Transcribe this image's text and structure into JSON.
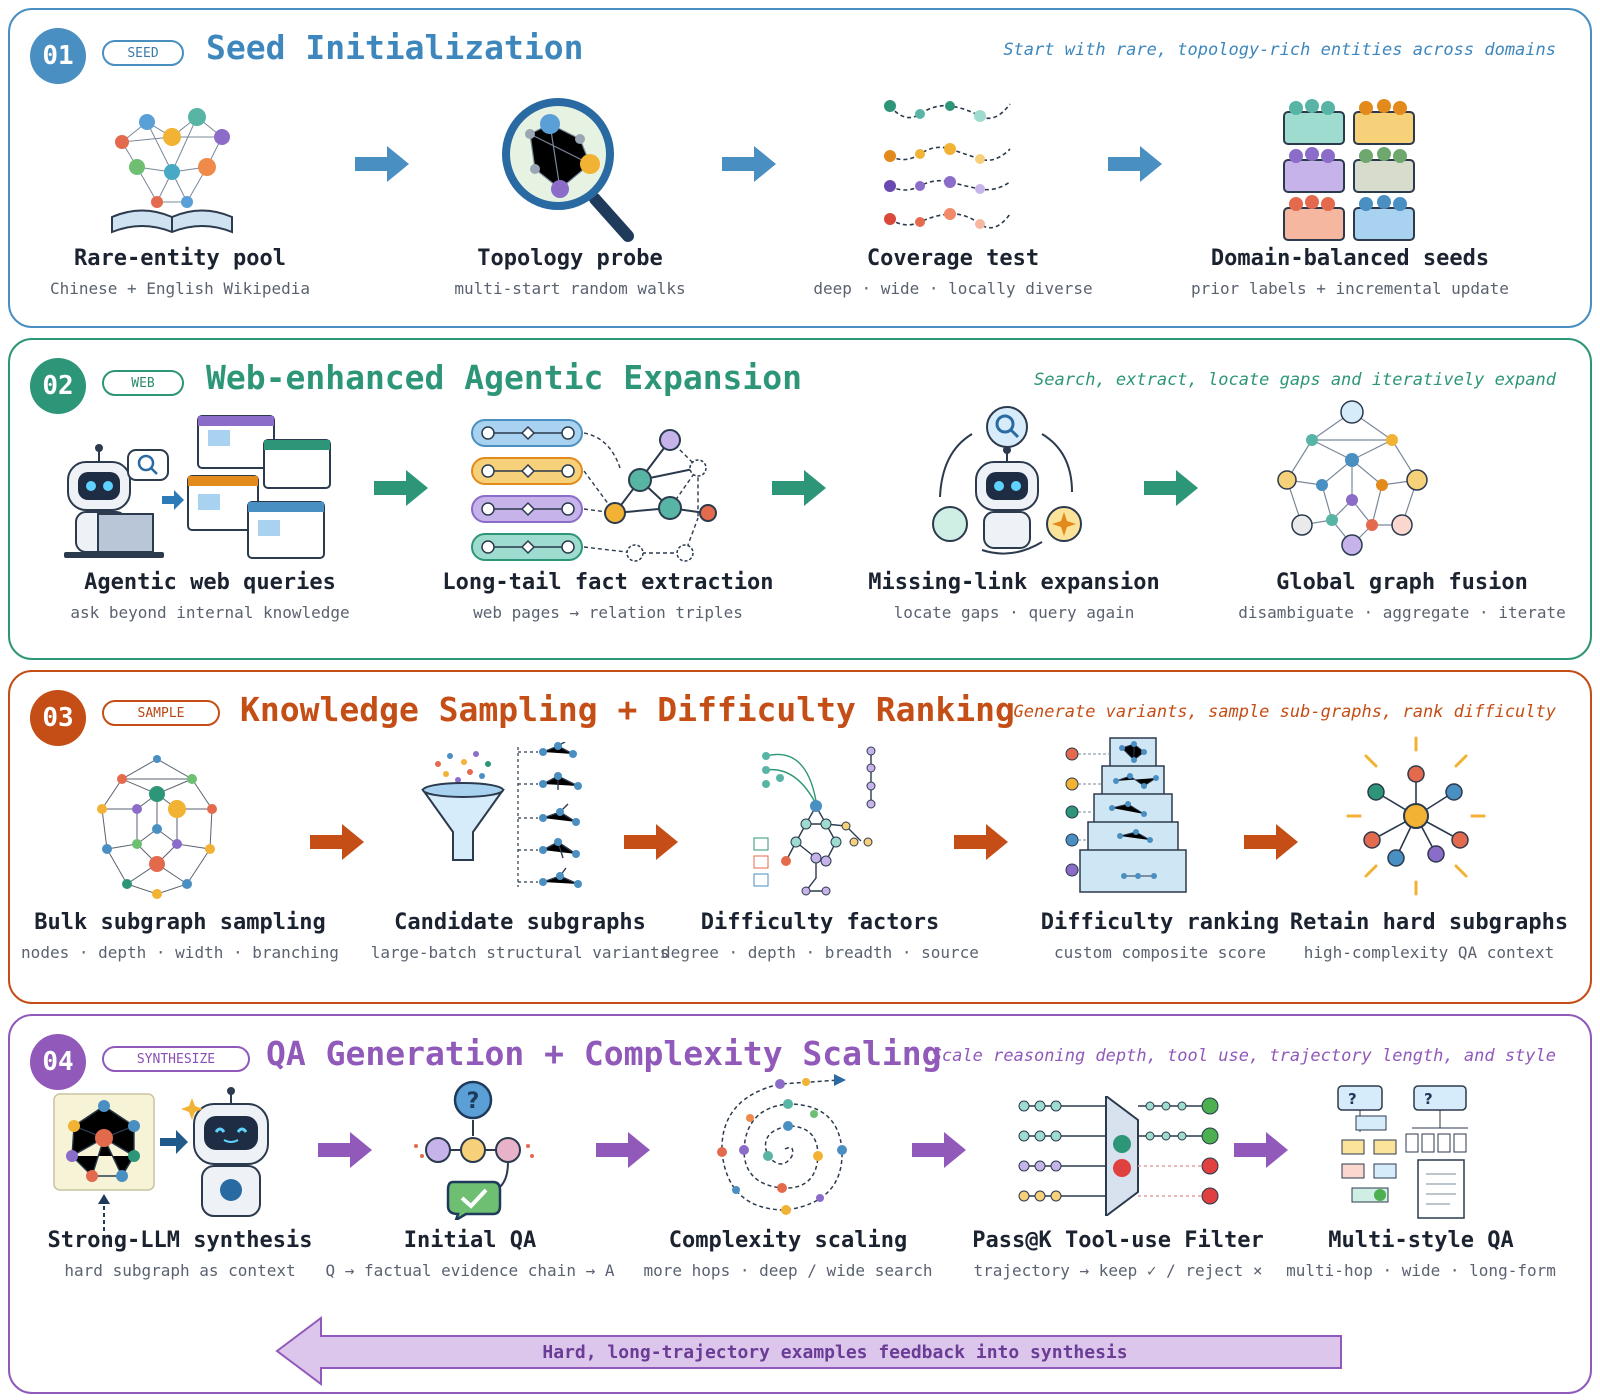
{
  "colors": {
    "stage1": "#4a8fc2",
    "stage2": "#2e9678",
    "stage3": "#c44e16",
    "stage4": "#9159b9"
  },
  "stages": [
    {
      "num": "01",
      "tag": "SEED",
      "title": "Seed Initialization",
      "subtitle": "Start with rare, topology-rich entities across domains",
      "steps": [
        {
          "label": "Rare-entity pool",
          "detail": "Chinese + English Wikipedia",
          "icon": "book-graph-icon"
        },
        {
          "label": "Topology probe",
          "detail": "multi-start random walks",
          "icon": "magnifier-graph-icon"
        },
        {
          "label": "Coverage test",
          "detail": "deep · wide · locally diverse",
          "icon": "random-walk-paths-icon"
        },
        {
          "label": "Domain-balanced seeds",
          "detail": "prior labels + incremental update",
          "icon": "domain-bins-icon"
        }
      ]
    },
    {
      "num": "02",
      "tag": "WEB",
      "title": "Web-enhanced Agentic Expansion",
      "subtitle": "Search, extract, locate gaps and iteratively expand",
      "steps": [
        {
          "label": "Agentic web queries",
          "detail": "ask beyond internal knowledge",
          "icon": "robot-laptop-icon"
        },
        {
          "label": "Long-tail fact extraction",
          "detail": "web pages → relation triples",
          "icon": "triples-graph-icon"
        },
        {
          "label": "Missing-link expansion",
          "detail": "locate gaps · query again",
          "icon": "robot-cycle-icon"
        },
        {
          "label": "Global graph fusion",
          "detail": "disambiguate · aggregate · iterate",
          "icon": "fused-graph-icon"
        }
      ]
    },
    {
      "num": "03",
      "tag": "SAMPLE",
      "title": "Knowledge Sampling + Difficulty Ranking",
      "subtitle": "Generate variants, sample sub-graphs, rank difficulty",
      "steps": [
        {
          "label": "Bulk subgraph sampling",
          "detail": "nodes · depth · width · branching",
          "icon": "dense-graph-icon"
        },
        {
          "label": "Candidate subgraphs",
          "detail": "large-batch structural variants",
          "icon": "funnel-icon"
        },
        {
          "label": "Difficulty factors",
          "detail": "degree · depth · breadth · source",
          "icon": "factor-tree-icon"
        },
        {
          "label": "Difficulty ranking",
          "detail": "custom composite score",
          "icon": "ranking-tower-icon"
        },
        {
          "label": "Retain hard subgraphs",
          "detail": "high-complexity QA context",
          "icon": "hub-burst-icon"
        }
      ]
    },
    {
      "num": "04",
      "tag": "SYNTHESIZE",
      "title": "QA Generation + Complexity Scaling",
      "subtitle": "Scale reasoning depth, tool use, trajectory length, and style",
      "steps": [
        {
          "label": "Strong-LLM synthesis",
          "detail": "hard subgraph as context",
          "icon": "graph-robot-icon"
        },
        {
          "label": "Initial QA",
          "detail": "Q → factual evidence chain → A",
          "icon": "question-check-icon"
        },
        {
          "label": "Complexity scaling",
          "detail": "more hops · deep / wide search",
          "icon": "spiral-path-icon"
        },
        {
          "label": "Pass@K Tool-use Filter",
          "detail": "trajectory → keep ✓ / reject ×",
          "icon": "filter-gate-icon"
        },
        {
          "label": "Multi-style QA",
          "detail": "multi-hop · wide · long-form",
          "icon": "qa-docs-icon"
        }
      ]
    }
  ],
  "feedback": "Hard, long-trajectory examples feedback into synthesis"
}
